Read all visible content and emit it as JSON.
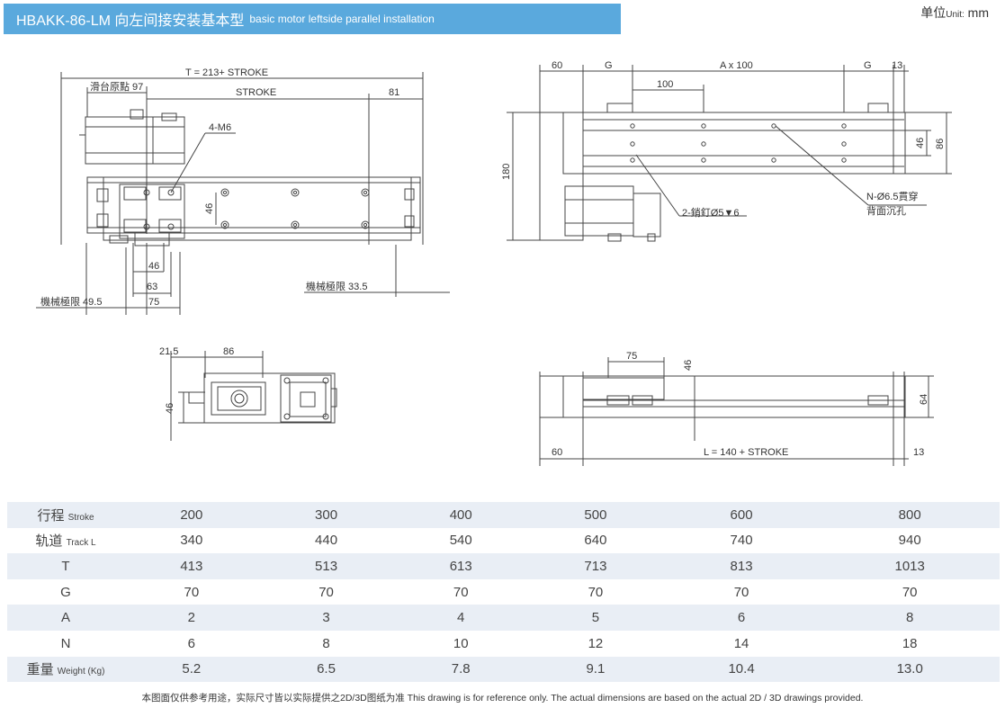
{
  "header": {
    "title_main": "HBAKK-86-LM 向左间接安装基本型",
    "title_sub": "basic motor leftside parallel installation",
    "unit_label": "单位",
    "unit_small": "Unit:",
    "unit_value": "mm"
  },
  "drawing_labels": {
    "t_stroke": "T = 213+ STROKE",
    "slide_origin": "滑台原點 97",
    "stroke": "STROKE",
    "d81": "81",
    "m6": "4-M6",
    "d46_top": "46",
    "d46_small": "46",
    "d63": "63",
    "d75_left": "75",
    "mech_limit_left": "機械極限 49.5",
    "mech_limit_right": "機械極限 33.5",
    "d60_top": "60",
    "g_left": "G",
    "a_x_100": "A x 100",
    "g_right": "G",
    "d13_top": "13",
    "d100": "100",
    "d180": "180",
    "d46_right": "46",
    "d86_right": "86",
    "pin_label": "2-銷釘Ø5▼6",
    "hole_label_1": "N-Ø6.5貫穿",
    "hole_label_2": "背面沉孔",
    "d21_5": "21.5",
    "d86_end": "86",
    "d46_end": "46",
    "d75_side": "75",
    "d46_side": "46",
    "d64": "64",
    "d60_bottom": "60",
    "l_stroke": "L = 140 + STROKE",
    "d13_bottom": "13"
  },
  "spec_table": {
    "rows": [
      {
        "label": "行程",
        "label_small": "Stroke",
        "values": [
          "200",
          "300",
          "400",
          "500",
          "600",
          "800"
        ]
      },
      {
        "label": "轨道",
        "label_small": "Track L",
        "values": [
          "340",
          "440",
          "540",
          "640",
          "740",
          "940"
        ]
      },
      {
        "label": "T",
        "label_small": "",
        "values": [
          "413",
          "513",
          "613",
          "713",
          "813",
          "1013"
        ]
      },
      {
        "label": "G",
        "label_small": "",
        "values": [
          "70",
          "70",
          "70",
          "70",
          "70",
          "70"
        ]
      },
      {
        "label": "A",
        "label_small": "",
        "values": [
          "2",
          "3",
          "4",
          "5",
          "6",
          "8"
        ]
      },
      {
        "label": "N",
        "label_small": "",
        "values": [
          "6",
          "8",
          "10",
          "12",
          "14",
          "18"
        ]
      },
      {
        "label": "重量",
        "label_small": "Weight (Kg)",
        "values": [
          "5.2",
          "6.5",
          "7.8",
          "9.1",
          "10.4",
          "13.0"
        ]
      }
    ]
  },
  "footnote": "本图面仅供参考用途，实际尺寸皆以实际提供之2D/3D图纸为准 This drawing is for reference only. The actual dimensions are based on the actual 2D / 3D drawings provided."
}
